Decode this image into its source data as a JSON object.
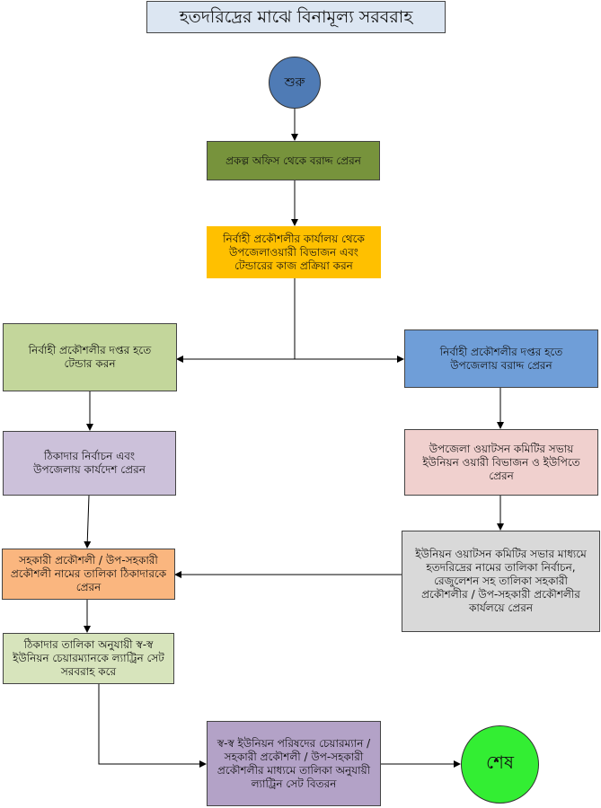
{
  "title": "হতদরিদ্রের মাঝে বিনামূল্য সরবরাহ",
  "start": "শুরু",
  "end": "শেষ",
  "steps": {
    "allocation": "প্রকল্প অফিস থেকে বরাদ্দ প্রেরন",
    "ee_office": "নির্বাহী প্রকৌশলীর কার্যালয় থেকে উপজেলাওয়ারী বিভাজন এবং টেন্ডারের কাজ প্রক্রিয়া করন",
    "tender": "নির্বাহী প্রকৌশলীর দপ্তর হতে টেন্ডার করন",
    "upazila_allocation": "নির্বাহী প্রকৌশলীর দপ্তর হতে উপজেলায় বরাদ্দ প্রেরন",
    "contractor_select": "ঠিকাদার নির্বাচন এবং উপজেলায় কার্যদেশ প্রেরন",
    "upazila_watsan": "উপজেলা ওয়াটসন কমিটির সভায় ইউনিয়ন ওয়ারী বিভাজন ও ইউপিতে প্রেরন",
    "union_watsan": "ইউনিয়ন ওয়াটসন কমিটির সভার মাধ্যমে হতদরিদ্রের নামের তালিকা নির্বাচন, রেজুলেশন  সহ তালিকা সহকারী প্রকৌশলীর / উপ-সহকারী প্রকৌশলীর কার্যলয়ে প্রেরন",
    "list_to_contractor": "সহকারী প্রকৌশলী / উপ-সহকারী প্রকৌশলী নামের তালিকা ঠিকাদারকে প্রেরন",
    "contractor_supply": "ঠিকাদার তালিকা  অনুযায়ী স্ব-স্ব ইউনিয়ন চেয়ারম্যানকে ল্যাট্রিন সেট সরবরাহ করে",
    "distribution": "স্ব-স্ব ইউনিয়ন পরিষদের চেয়ারম্যান / সহকারী প্রকৌশলী / উপ-সহকারী প্রকৌশলীর মাধ্যমে তালিকা অনুযায়ী ল্যাট্রিন সেট বিতরন"
  },
  "colors": {
    "title_bg": "#dce6f2",
    "start": "#4f7bb5",
    "end": "#33ee33",
    "allocation": "#77933c",
    "ee_office": "#ffc000",
    "tender": "#c3d69b",
    "upazila_allocation": "#6f9ed8",
    "contractor_select": "#ccc1da",
    "upazila_watsan": "#f0d0ce",
    "union_watsan": "#d9d9d9",
    "list_to_contractor": "#fab67f",
    "contractor_supply": "#d7e4bc",
    "distribution": "#b3a2c7"
  }
}
